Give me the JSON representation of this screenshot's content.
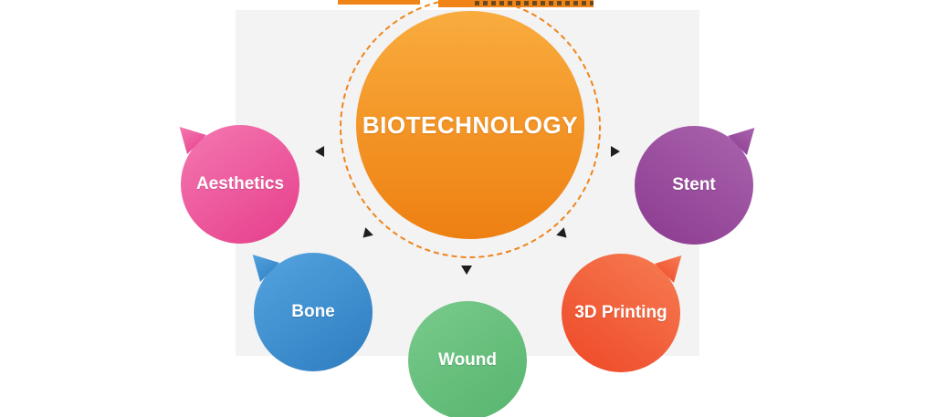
{
  "diagram": {
    "center": {
      "label": "BIOTECHNOLOGY",
      "fill_color": "#f39325",
      "ring_color": "#f08419",
      "text_color": "#ffffff"
    },
    "nodes": [
      {
        "label": "Aesthetics",
        "color": "#ec4f96"
      },
      {
        "label": "Stent",
        "color": "#9a4a9e"
      },
      {
        "label": "Bone",
        "color": "#3c8ccc"
      },
      {
        "label": "Wound",
        "color": "#67c07e"
      },
      {
        "label": "3D Printing",
        "color": "#f25a38"
      }
    ],
    "arrow_color": "#1e1e1e",
    "panel_color": "#f3f3f4"
  }
}
